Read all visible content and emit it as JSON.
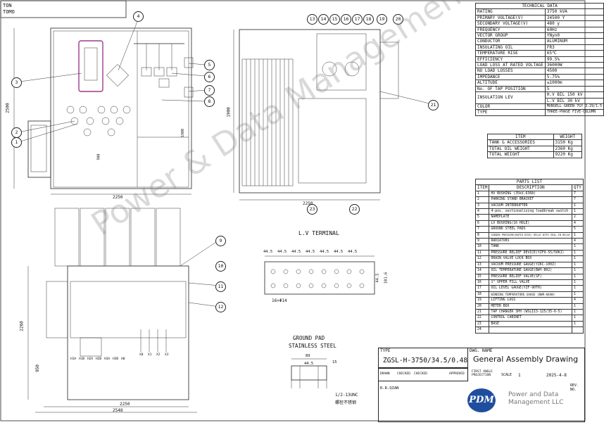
{
  "corner_note": [
    "TON",
    "TOMO"
  ],
  "technical_data": {
    "title": "TECHNICAL DATA",
    "rows": [
      [
        "RATING",
        "3750 kVA"
      ],
      [
        "PRIMARY VOLTAGE(V)",
        "34500 Y"
      ],
      [
        "SECONDARY VOLTAGE(V)",
        "480 y"
      ],
      [
        "FREQUENCY",
        "60Hz"
      ],
      [
        "VECTOR GROUP",
        "YNyn0"
      ],
      [
        "CONDUCTOR",
        "ALUMINUM"
      ],
      [
        "INSULATING OIL",
        "FR3"
      ],
      [
        "TEMPERATURE RISE",
        "65℃"
      ],
      [
        "EFFICIENCY",
        "99.5%"
      ],
      [
        "LOAD LOSS AT RATED VOLTAGE",
        "36000W"
      ],
      [
        "NO LOAD LOSSES",
        "4500"
      ],
      [
        "IMPEDANCE",
        "5.75%"
      ],
      [
        "ALTITUDE",
        "≤1000m"
      ],
      [
        "No. OF TAP POSITION",
        "5"
      ]
    ],
    "insulation_label": "INSULATION LEV",
    "insulation_values": [
      "H.V BIL 150 kV",
      "L.V BIL 30 kV"
    ],
    "color_label": "COLOR",
    "color_value": "MUNSELL GREEN 7GY 3.29/1.5",
    "core_label": "TYPE",
    "core_value": "THREE-PHASE FIVE-COLUMN"
  },
  "weights": {
    "header": [
      "ITEM",
      "WEIGHT"
    ],
    "rows": [
      [
        "TANK & ACCESSORIES",
        "3150 Kg"
      ],
      [
        "TOTAL OIL WEIGHT",
        "2360 Kg"
      ],
      [
        "TOTAL WEIGHT",
        "9220 Kg"
      ]
    ]
  },
  "parts_list": {
    "title": "PARTS LIST",
    "header": [
      "ITEM",
      "DESCRIPTION",
      "QTY"
    ],
    "rows": [
      [
        "1",
        "HV BUSHING (35kV,630A)",
        "7"
      ],
      [
        "2",
        "PARKING STAND BRACKET",
        "7"
      ],
      [
        "3",
        "VACUUM INTERRUPTER",
        "1"
      ],
      [
        "4",
        "4-pos. sectionalizing loadbreak switch",
        "1"
      ],
      [
        "5",
        "NAMEPLATE",
        "2"
      ],
      [
        "6",
        "LV BUSHING(16 HOLE)",
        "4"
      ],
      [
        "7",
        "GROUND STEEL PADS",
        "5"
      ],
      [
        "8",
        "SUDDEN PRESSURE(RAPID RISE) RELAY WITH SEAL-IN RELAY",
        "1"
      ],
      [
        "9",
        "RADIATORS",
        "4"
      ],
      [
        "10",
        "TANK",
        "1"
      ],
      [
        "11",
        "PRESSURE RELIEF DEVICE(YZF9-55/50KJ)",
        "1"
      ],
      [
        "12",
        "DRAIN VALVE LOCK BOX",
        "1"
      ],
      [
        "13",
        "VACUUM PRESSURE GAUGE(YZKC-100Z)",
        "1"
      ],
      [
        "14",
        "OIL TEMPERATURE GAUGE(BWY-802)",
        "1"
      ],
      [
        "15",
        "PRESSURE RELIEF VALVE(SF)",
        "1"
      ],
      [
        "16",
        "1\" UPPER FILL VALVE",
        "1"
      ],
      [
        "17",
        "OIL LEVEL GAUGE(YZF-90TH)",
        "1"
      ],
      [
        "18",
        "WINDING TEMPERATURE GAUGE (BWR-04AW)",
        "1"
      ],
      [
        "19",
        "LIFTING LUGS",
        "4"
      ],
      [
        "20",
        "METER BOX",
        "1"
      ],
      [
        "21",
        "TAP CHANGER 3PH (WSLII3-125/35-6-5)",
        "1"
      ],
      [
        "22",
        "CONTROL CABINET",
        "1"
      ],
      [
        "23",
        "BASE",
        "1"
      ],
      [
        "24",
        "",
        ""
      ]
    ]
  },
  "title_block": {
    "type_label": "TYPE",
    "type_value": "ZGSL-H-3750/34.5/0.48",
    "dwg_name_label": "DWG. NAME",
    "dwg_name_value": "General Assembly Drawing",
    "roles": [
      "DRAWN",
      "CHECKED",
      "CHECKED",
      "APPROVED"
    ],
    "drawn_by": "R.R.QIAN",
    "projection_label": "FIRST ANGLE PROJECTION",
    "scale_label": "SCALE",
    "scale_value": "1",
    "date_value": "2025-4-8",
    "rev_label": "REV. NO.",
    "logo_text": "PDM",
    "company_line1": "Power and Data",
    "company_line2": "Management LLC"
  },
  "watermark": "Power & Data Management",
  "views": {
    "lv_terminal_title": "L.V TERMINAL",
    "lv_pitch_labels": [
      "44.5",
      "44.5",
      "44.5",
      "44.5",
      "44.5",
      "44.5",
      "44.5"
    ],
    "lv_hole_label": "16×Φ14",
    "lv_height_labels": [
      "101.6",
      "44.5"
    ],
    "ground_pad_title": [
      "GROUND PAD",
      "STAINLESS STEEL"
    ],
    "ground_dims": [
      "89",
      "44.5",
      "15",
      "1/2-13UNC"
    ],
    "ground_note": "螺栓不锈钢",
    "front_dims": [
      "2250",
      "2500",
      "900",
      "1900"
    ],
    "side_dims": [
      "2250",
      "1900"
    ],
    "plan_dims": [
      "2250",
      "2548",
      "2260",
      "950"
    ],
    "bushing_labels": [
      "H1A",
      "H1B",
      "H2A",
      "H2B",
      "H3A",
      "H3B",
      "H0",
      "X0",
      "X1",
      "X2",
      "X3"
    ],
    "callouts": [
      "1",
      "2",
      "3",
      "4",
      "5",
      "6",
      "7",
      "8",
      "9",
      "10",
      "11",
      "12",
      "13",
      "14",
      "15",
      "16",
      "17",
      "18",
      "19",
      "20",
      "21",
      "22",
      "23"
    ]
  }
}
